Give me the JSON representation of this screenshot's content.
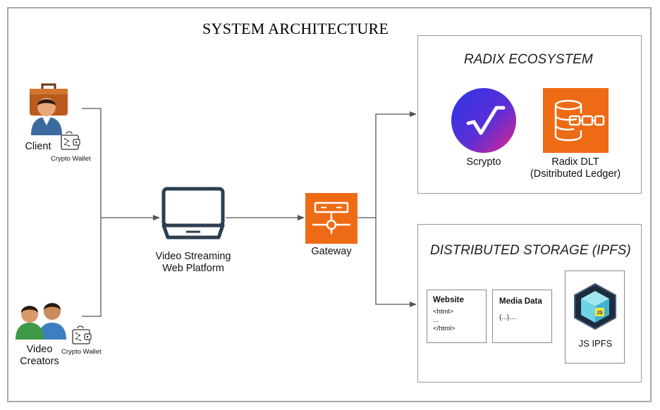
{
  "title": "SYSTEM ARCHITECTURE",
  "actors": {
    "client": {
      "label": "Client",
      "wallet": "Crypto Wallet"
    },
    "creators": {
      "label_line1": "Video",
      "label_line2": "Creators",
      "wallet": "Crypto Wallet"
    }
  },
  "platform": {
    "line1": "Video Streaming",
    "line2": "Web Platform"
  },
  "gateway": {
    "label": "Gateway"
  },
  "radix": {
    "title": "RADIX ECOSYSTEM",
    "scrypto": "Scrypto",
    "dlt_line1": "Radix DLT",
    "dlt_line2": "(Dsitributed Ledger)"
  },
  "storage": {
    "title": "DISTRIBUTED STORAGE (IPFS)",
    "website": {
      "title": "Website",
      "code": "<html>\n...\n</html>"
    },
    "media": {
      "title": "Media Data",
      "code": "{...}...."
    },
    "ipfs": {
      "label": "JS IPFS",
      "badge": "JS"
    }
  },
  "colors": {
    "aws_orange": "#ee6b16",
    "line": "#555555",
    "panel_border": "#9b9b9b",
    "scrypto_blue": "#2b36e8",
    "scrypto_pink": "#e5238c",
    "ipfs_dark": "#1d2b3f",
    "ipfs_cube": "#6fd3e6"
  }
}
